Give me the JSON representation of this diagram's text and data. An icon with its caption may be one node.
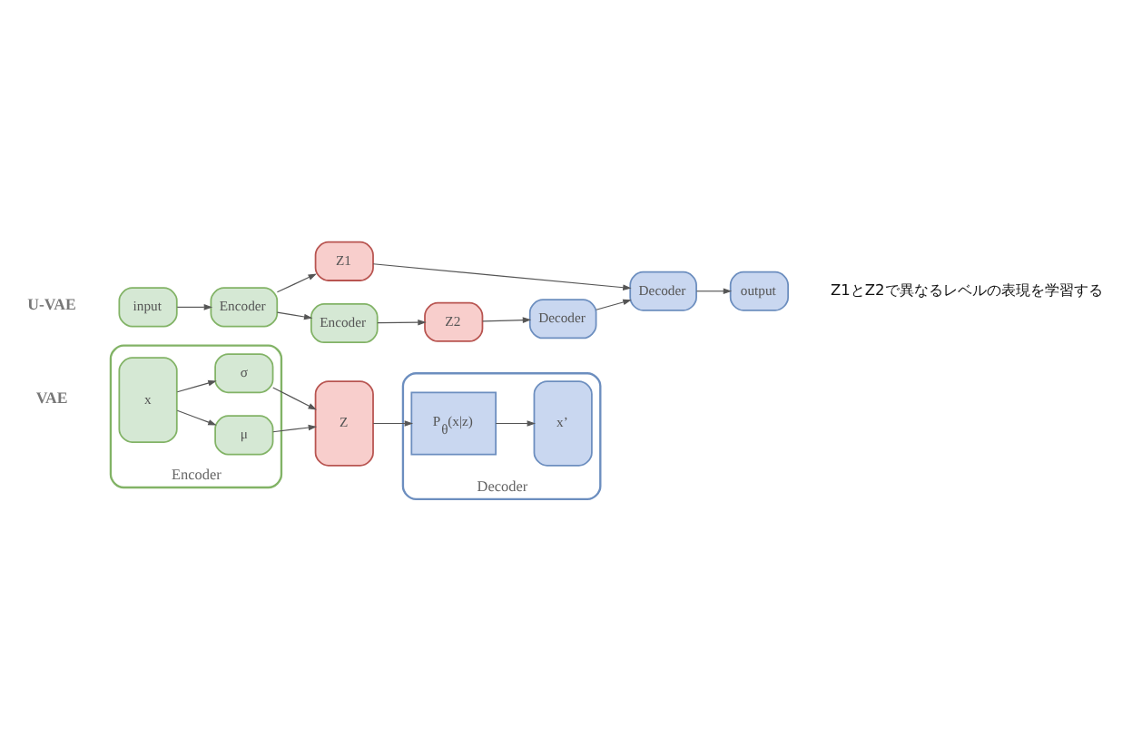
{
  "diagram": {
    "nodes": [
      {
        "text": [
          "Encoder"
        ]
      },
      {
        "text": [
          "x"
        ],
        "in": 0
      },
      {
        "text": [
          "μ"
        ],
        "in": 0
      },
      {
        "text": [
          "σ"
        ],
        "in": 0
      },
      {
        "text": [
          "Z"
        ]
      },
      {
        "text": [
          "Decoder"
        ]
      },
      {
        "text": [
          "P$_{θ}$(x|z)"
        ],
        "in": 5
      },
      {
        "text": [
          "x’"
        ],
        "in": 5
      },
      {
        "text": [
          "input"
        ]
      },
      {
        "text": [
          "Encoder"
        ]
      },
      {
        "text": [
          "Z1"
        ]
      },
      {
        "text": [
          "Decoder"
        ]
      },
      {
        "text": [
          "output"
        ]
      },
      {
        "text": [
          "Encoder"
        ]
      },
      {
        "text": [
          "Z2"
        ]
      },
      {
        "text": [
          "Decoder"
        ]
      }
    ],
    "edges": [
      {
        "from": 1,
        "to": 2,
        "arrow": "to"
      },
      {
        "from": 1,
        "to": 3,
        "arrow": "to"
      },
      {
        "from": 2,
        "to": 4,
        "arrow": "to"
      },
      {
        "from": 3,
        "to": 4,
        "arrow": "to"
      },
      {
        "from": 4,
        "to": 6,
        "arrow": "to"
      },
      {
        "from": 6,
        "to": 7,
        "arrow": "to"
      },
      {
        "from": 8,
        "to": 9,
        "arrow": "to"
      },
      {
        "from": 9,
        "to": 10,
        "arrow": "to"
      },
      {
        "from": 10,
        "to": 11,
        "arrow": "to"
      },
      {
        "from": 11,
        "to": 12,
        "arrow": "to"
      },
      {
        "from": 9,
        "to": 13,
        "arrow": "to"
      },
      {
        "from": 13,
        "to": 14,
        "arrow": "to"
      },
      {
        "from": 14,
        "to": 15,
        "arrow": "to"
      },
      {
        "from": 15,
        "to": 11,
        "arrow": "to"
      }
    ],
    "labels": [
      "VAE",
      "U-VAE",
      "Z1とZ2で異なるレベルの表現を学習する"
    ]
  }
}
